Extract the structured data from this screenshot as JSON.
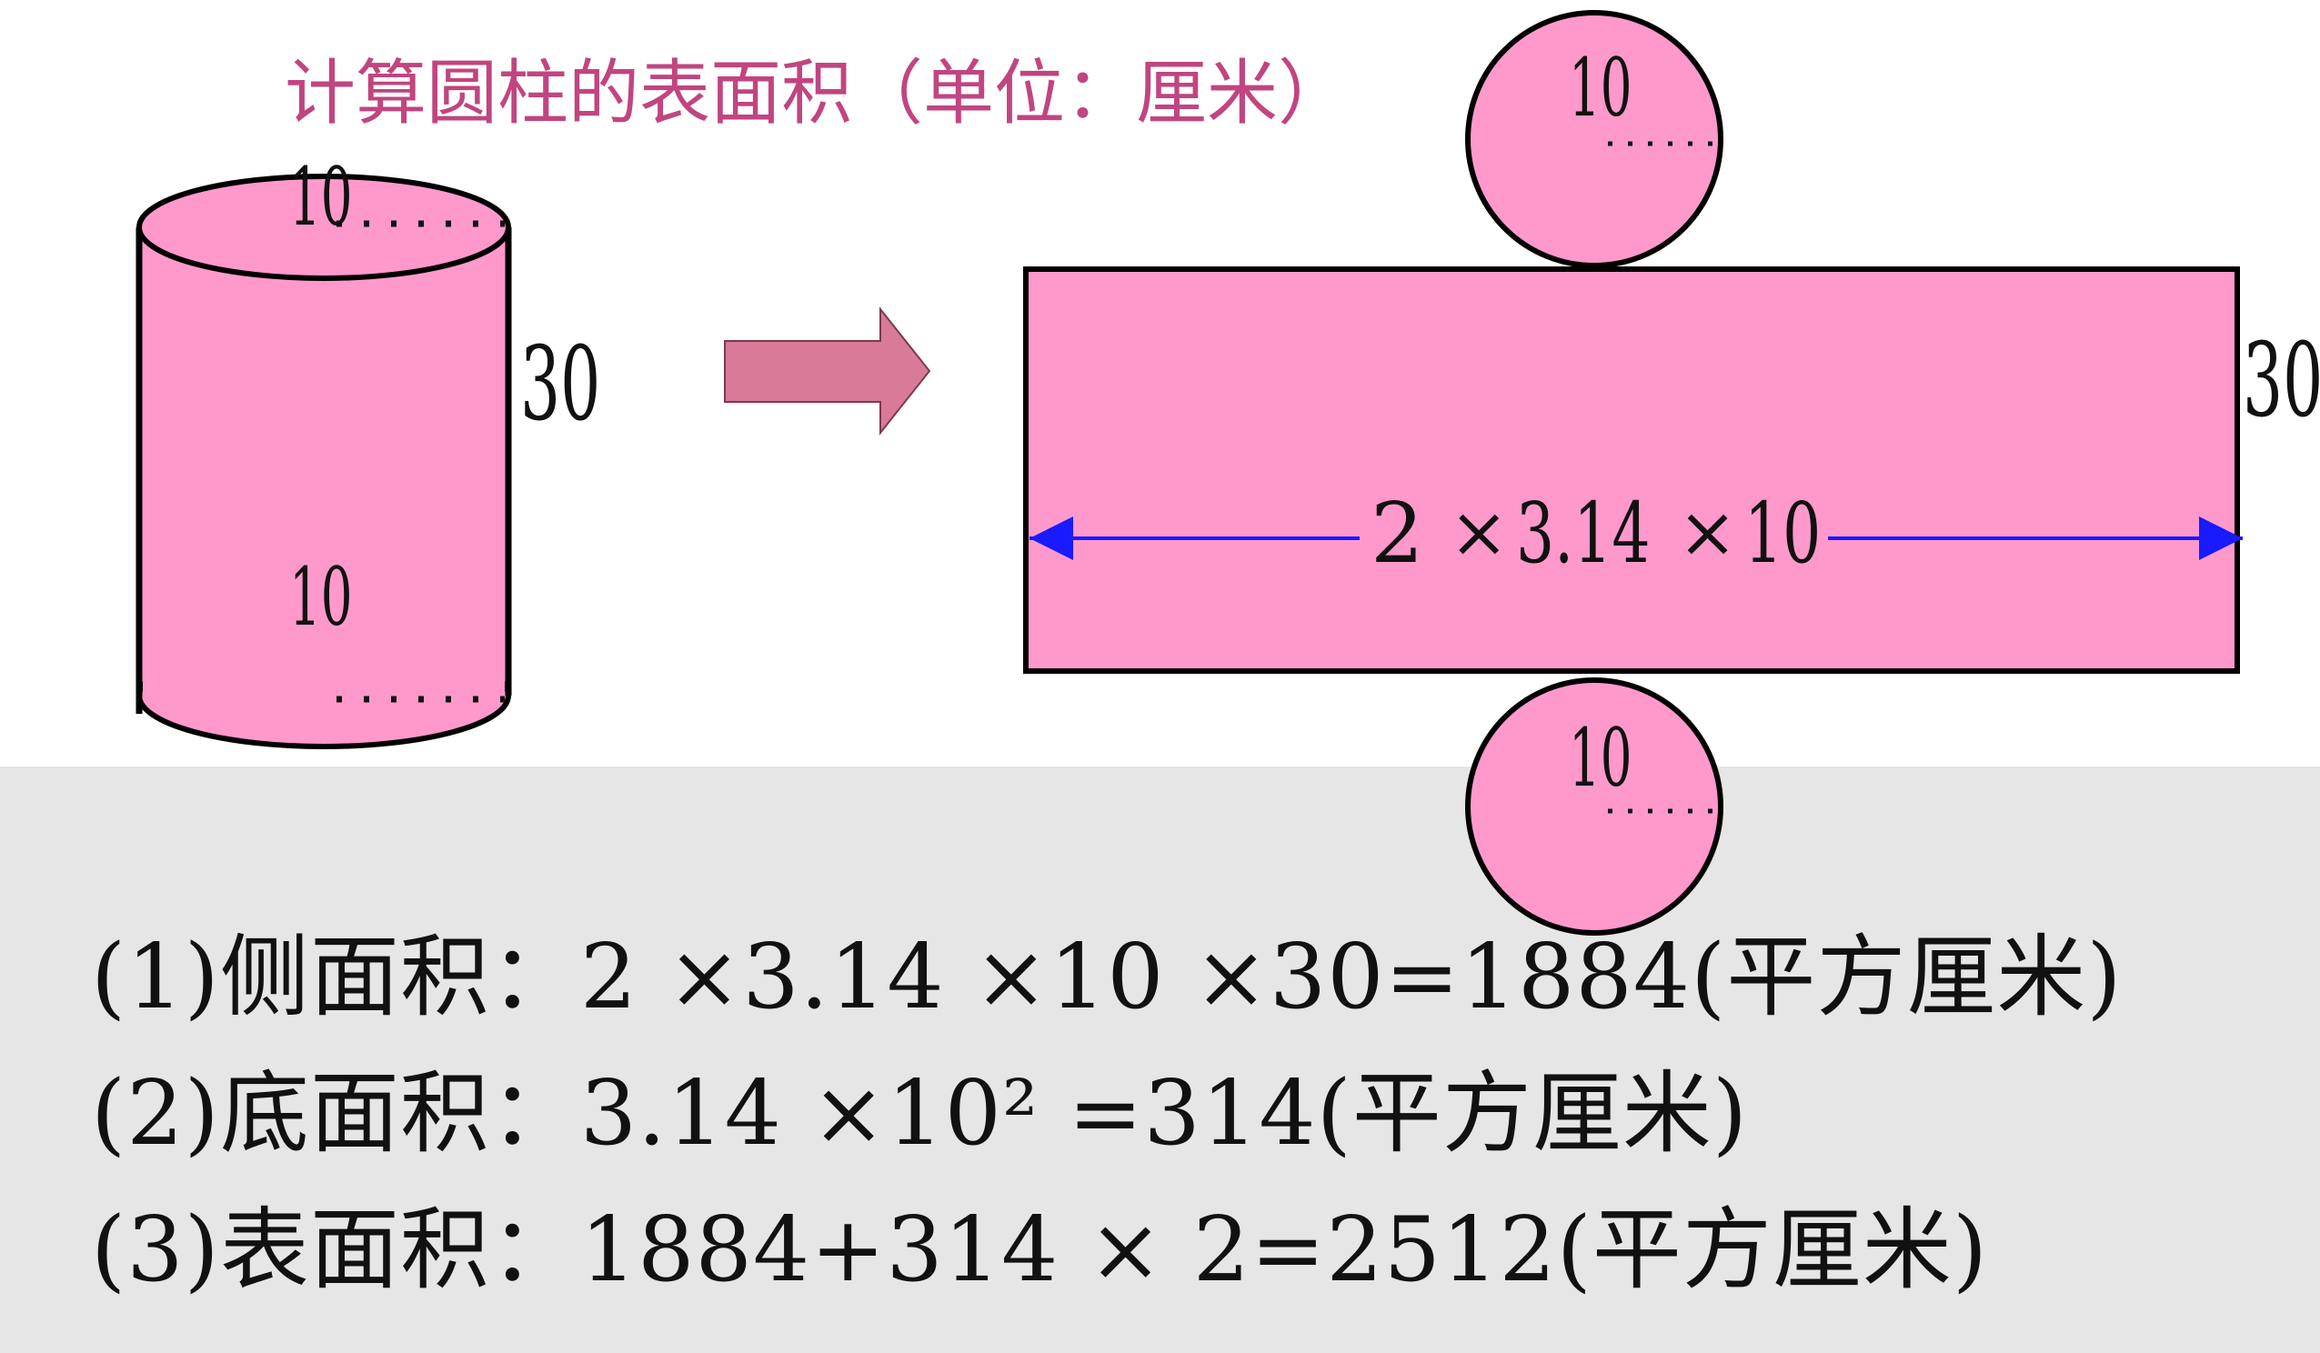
{
  "title": "计算圆柱的表面积（单位：厘米）",
  "cylinder": {
    "top_radius_label": "10",
    "bottom_radius_label": "10",
    "height_label": "30"
  },
  "net": {
    "top_circle_label": "10",
    "bottom_circle_label": "10",
    "height_label": "30",
    "width_formula": {
      "two": "2",
      "times": "×",
      "pi": "3.14",
      "radius": "10"
    }
  },
  "steps": [
    "(1)侧面积：2  ×3.14  ×10  ×30=1884(平方厘米)",
    "(2)底面积：3.14  ×10²  =314(平方厘米)",
    "(3)表面积：1884+314  ×  2=2512(平方厘米)"
  ],
  "colors": {
    "pink_fill": "#ff99cc",
    "title_color": "#c1457f",
    "arrow_fill": "#d87a98",
    "dimension_line": "#1a1aff",
    "panel_gray": "#e6e6e6"
  }
}
